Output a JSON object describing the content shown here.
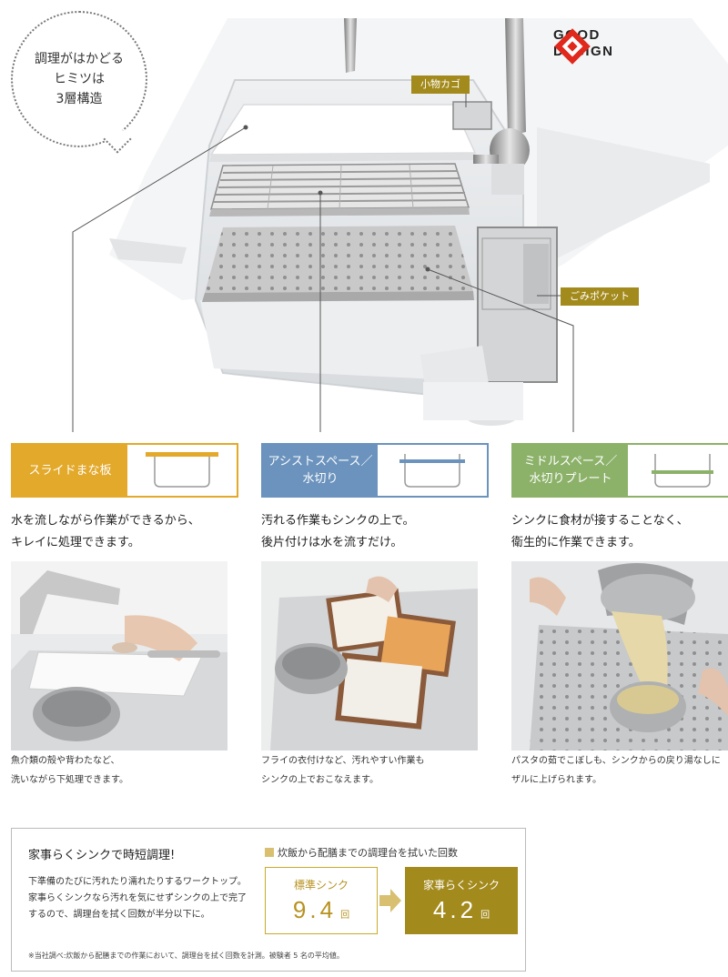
{
  "hero": {
    "bubble_text": "調理がはかどる\nヒミツは\n3層構造",
    "logo_text": "GOOD\nDESIGN",
    "tag_komono": "小物カゴ",
    "tag_gomi": "ごみポケット"
  },
  "features": [
    {
      "label": "スライドまな板",
      "color": "#e3a92b",
      "desc": "水を流しながら作業ができるから、\nキレイに処理できます。",
      "caption": "魚介類の殻や背わたなど、\n洗いながら下処理できます。"
    },
    {
      "label": "アシストスペース／\n水切り",
      "color": "#6b93bd",
      "desc": "汚れる作業もシンクの上で。\n後片付けは水を流すだけ。",
      "caption": "フライの衣付けなど、汚れやすい作業も\nシンクの上でおこなえます。"
    },
    {
      "label": "ミドルスペース／\n水切りプレート",
      "color": "#8cb26a",
      "desc": "シンクに食材が接することなく、\n衛生的に作業できます。",
      "caption": "パスタの茹でこぼしも、シンクからの戻り湯なしに\nザルに上げられます。"
    }
  ],
  "box": {
    "title": "家事らくシンクで時短調理!",
    "body": "下準備のたびに汚れたり濡れたりするワークトップ。\n家事らくシンクなら汚れを気にせずシンクの上で完了\nするので、調理台を拭く回数が半分以下に。",
    "note": "※当社調べ:炊飯から配膳までの作業において、調理台を拭く回数を計測。被験者 5 名の平均値。",
    "right_title": "炊飯から配膳までの調理台を拭いた回数",
    "standard_label": "標準シンク",
    "standard_value": "9.4",
    "new_label": "家事らくシンク",
    "new_value": "4.2",
    "unit": "回"
  }
}
